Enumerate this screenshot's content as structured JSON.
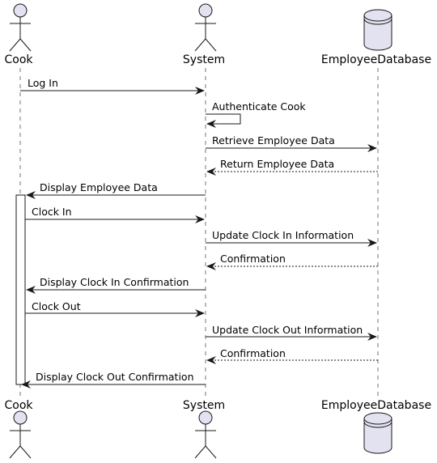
{
  "participants": {
    "cook": {
      "label": "Cook",
      "kind": "actor"
    },
    "system": {
      "label": "System",
      "kind": "actor"
    },
    "db": {
      "label": "EmployeeDatabase",
      "kind": "database"
    }
  },
  "messages": [
    {
      "label": "Log In",
      "from": "cook",
      "to": "system",
      "style": "solid"
    },
    {
      "label": "Authenticate Cook",
      "from": "system",
      "to": "system",
      "style": "self"
    },
    {
      "label": "Retrieve Employee Data",
      "from": "system",
      "to": "db",
      "style": "solid"
    },
    {
      "label": "Return Employee Data",
      "from": "db",
      "to": "system",
      "style": "dashed"
    },
    {
      "label": "Display Employee Data",
      "from": "system",
      "to": "cook",
      "style": "solid"
    },
    {
      "label": "Clock In",
      "from": "cook",
      "to": "system",
      "style": "solid"
    },
    {
      "label": "Update Clock In Information",
      "from": "system",
      "to": "db",
      "style": "solid"
    },
    {
      "label": "Confirmation",
      "from": "db",
      "to": "system",
      "style": "dashed"
    },
    {
      "label": "Display Clock In Confirmation",
      "from": "system",
      "to": "cook",
      "style": "solid"
    },
    {
      "label": "Clock Out",
      "from": "cook",
      "to": "system",
      "style": "solid"
    },
    {
      "label": "Update Clock Out Information",
      "from": "system",
      "to": "db",
      "style": "solid"
    },
    {
      "label": "Confirmation",
      "from": "db",
      "to": "system",
      "style": "dashed"
    },
    {
      "label": "Display Clock Out Confirmation",
      "from": "system",
      "to": "cook",
      "style": "solid"
    }
  ],
  "colors": {
    "participant_fill": "#E2E2F0",
    "participant_stroke": "#181818",
    "line": "#181818",
    "lifeline": "#181818",
    "activation_fill": "#FFFFFF"
  }
}
